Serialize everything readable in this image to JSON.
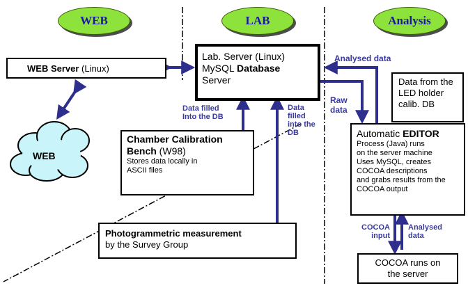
{
  "headers": {
    "web": "WEB",
    "lab": "LAB",
    "analysis": "Analysis"
  },
  "web_server": {
    "title": "WEB Server",
    "suffix": " (Linux)"
  },
  "web_cloud": {
    "label": "WEB"
  },
  "lab_server": {
    "line1": "Lab. Server (Linux)",
    "line2_pre": "MySQL ",
    "line2_bold": "Database",
    "line3": "Server"
  },
  "chamber_bench": {
    "title_l1": "Chamber Calibration",
    "title_l2": "Bench",
    "title_suffix": " (W98)",
    "desc_l1": "Stores data locally in",
    "desc_l2": "ASCII files"
  },
  "photogrammetric": {
    "title": "Photogrammetric measurement",
    "desc": "by the Survey Group"
  },
  "led_db": {
    "l1": "Data from the",
    "l2": "LED holder",
    "l3": "calib. DB"
  },
  "editor": {
    "title_pre": "Automatic ",
    "title_bold": "EDITOR",
    "l1": "Process (Java) runs",
    "l2": "on the server machine",
    "l3": "Uses MySQL, creates",
    "l4": "COCOA descriptions",
    "l5": "and grabs results from the",
    "l6": "COCOA output"
  },
  "cocoa_server": {
    "l1": "COCOA runs on",
    "l2": "the server"
  },
  "arrow_labels": {
    "analysed_data_top": "Analysed data",
    "data_filled_1_l1": "Data filled",
    "data_filled_1_l2": "Into the DB",
    "data_filled_2_l1": "Data",
    "data_filled_2_l2": "filled",
    "data_filled_2_l3": "into the",
    "data_filled_2_l4": "DB",
    "raw_l1": "Raw",
    "raw_l2": "data",
    "cocoa_input_l1": "COCOA",
    "cocoa_input_l2": "input",
    "analysed_l1": "Analysed",
    "analysed_l2": "data"
  },
  "colors": {
    "oval_fill": "#8ee23c",
    "oval_text": "#1a1a99",
    "arrow": "#2e2e8c",
    "cloud": "#c8f4fa",
    "label": "#3a3aa0"
  }
}
